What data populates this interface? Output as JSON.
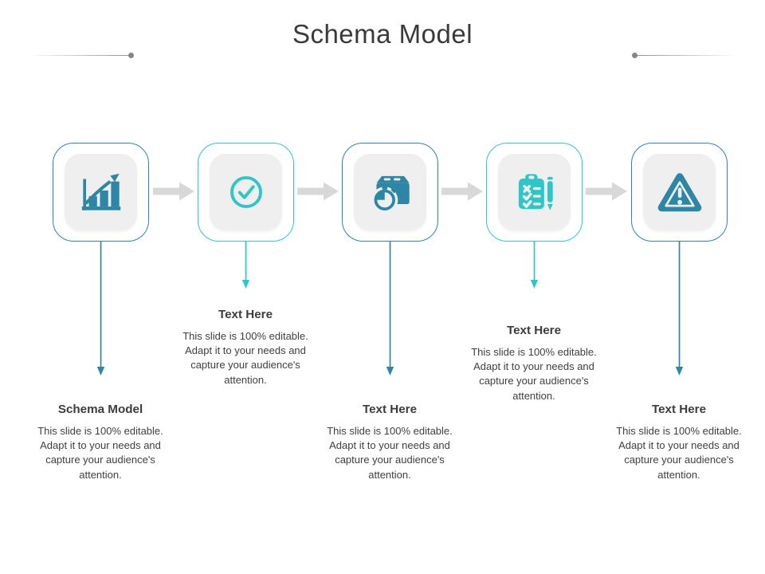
{
  "slide": {
    "title": "Schema Model",
    "colors": {
      "teal_dark": "#2E86A6",
      "turquoise": "#30C6C8",
      "connector_gray": "#D8D8D8",
      "tile_bg": "#EFEFF0",
      "text_dark": "#3C3C3C"
    },
    "items": [
      {
        "icon": "bar-chart-growth-icon",
        "accent": "teal_dark",
        "heading": "Schema Model",
        "body": "This slide is 100% editable. Adapt it to your needs and capture your audience's attention."
      },
      {
        "icon": "check-circle-icon",
        "accent": "turquoise",
        "heading": "Text Here",
        "body": "This slide is 100% editable. Adapt it to your needs and capture your audience's attention."
      },
      {
        "icon": "package-stopwatch-icon",
        "accent": "teal_dark",
        "heading": "Text Here",
        "body": "This slide is 100% editable. Adapt it to your needs and capture your audience's attention."
      },
      {
        "icon": "clipboard-checklist-pen-icon",
        "accent": "turquoise",
        "heading": "Text Here",
        "body": "This slide is 100% editable. Adapt it to your needs and capture your audience's attention."
      },
      {
        "icon": "warning-triangle-icon",
        "accent": "teal_dark",
        "heading": "Text Here",
        "body": "This slide is 100% editable. Adapt it to your needs and capture your audience's attention."
      }
    ]
  }
}
